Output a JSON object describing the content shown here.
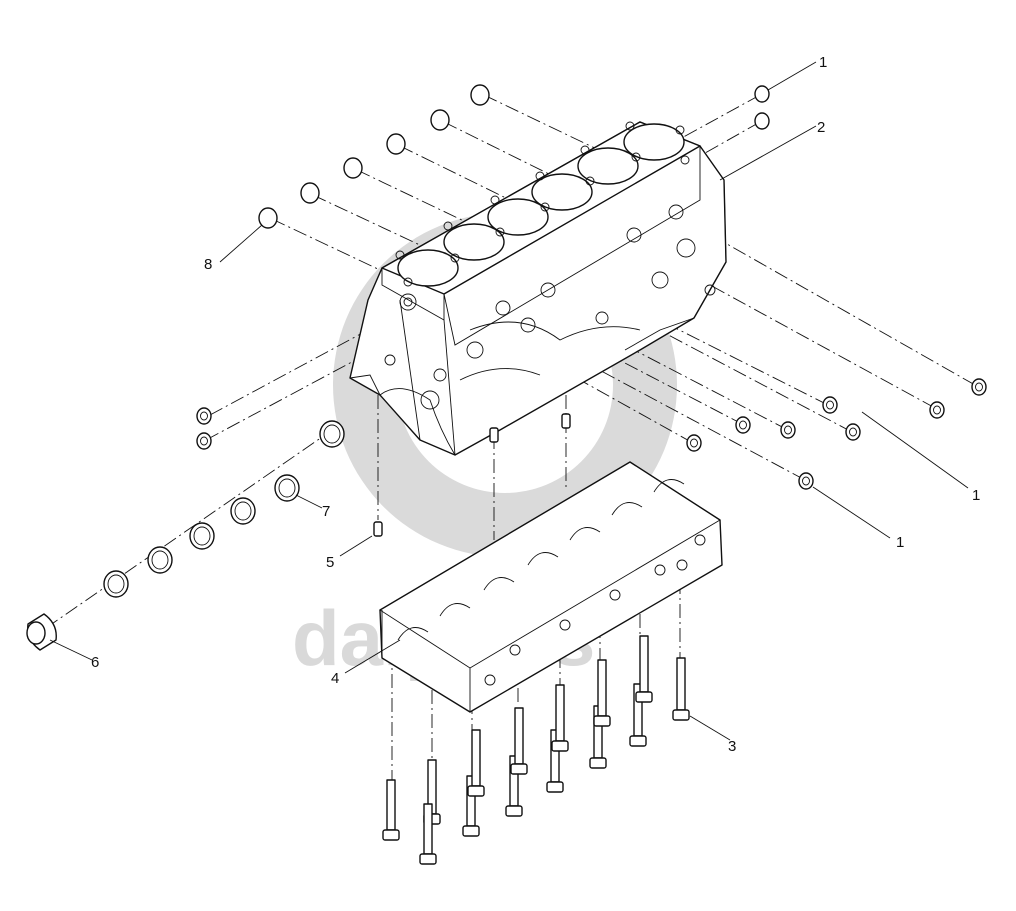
{
  "watermark": {
    "text": "dalparts",
    "color": "#d9d9d9"
  },
  "callouts": [
    {
      "id": "c1-top",
      "label": "1"
    },
    {
      "id": "c2",
      "label": "2"
    },
    {
      "id": "c8",
      "label": "8"
    },
    {
      "id": "c1-right",
      "label": "1"
    },
    {
      "id": "c1-lower",
      "label": "1"
    },
    {
      "id": "c7",
      "label": "7"
    },
    {
      "id": "c5",
      "label": "5"
    },
    {
      "id": "c6",
      "label": "6"
    },
    {
      "id": "c4",
      "label": "4"
    },
    {
      "id": "c3",
      "label": "3"
    }
  ],
  "parts": {
    "cylinder_block": "engine-block",
    "bedplate": "main-bearing-bedplate",
    "bolts": "main-bearing-bolt",
    "dowel": "dowel-pin",
    "bushings": "camshaft-bushing",
    "plugs": "expansion-plug"
  }
}
